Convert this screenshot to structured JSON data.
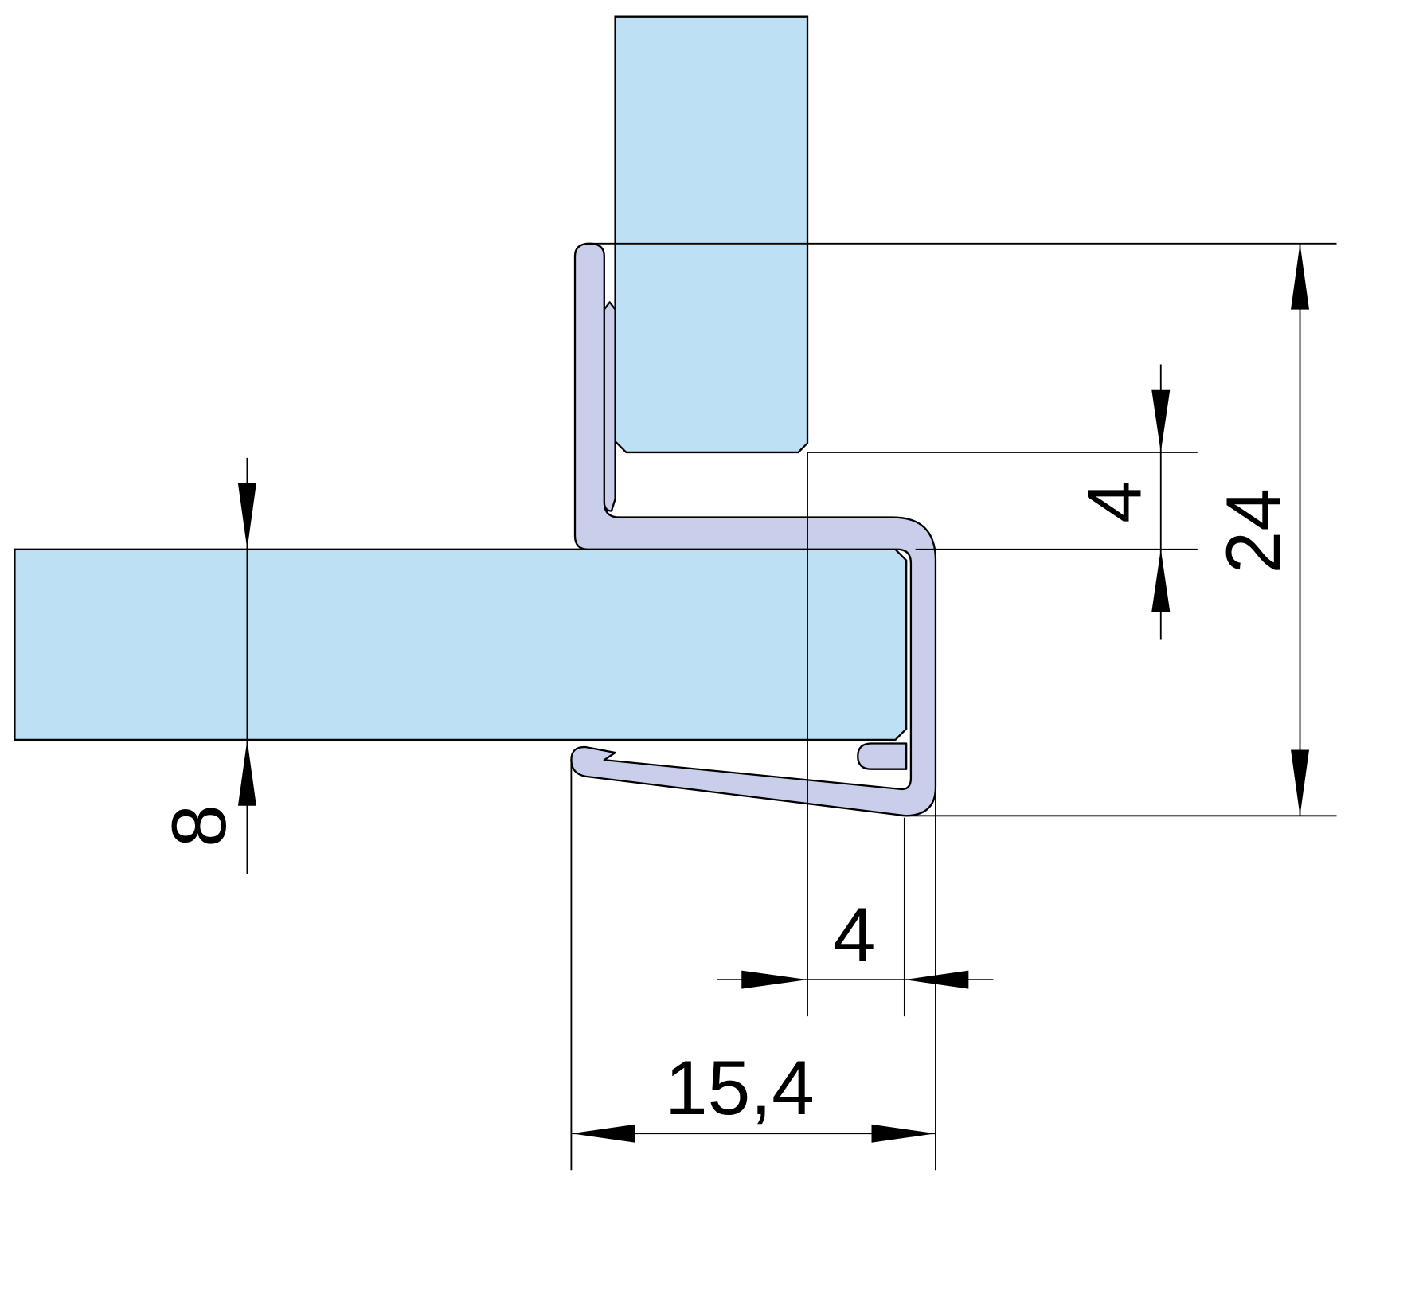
{
  "dimensions": {
    "glass_thickness": "8",
    "overall_height": "24",
    "gap_height": "4",
    "gap_width": "4",
    "overall_width": "15,4"
  },
  "colors": {
    "glass": "#bee0f5",
    "profile": "#c9cfeb",
    "line": "#000000"
  }
}
